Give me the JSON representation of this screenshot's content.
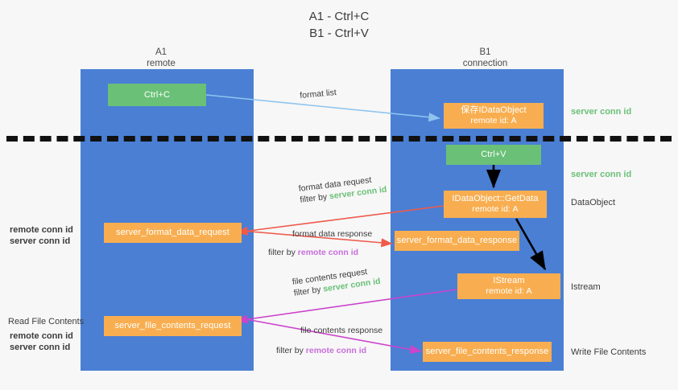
{
  "title": "A1 - Ctrl+C\nB1 - Ctrl+V",
  "lanes": [
    {
      "name": "A1",
      "sub": "remote",
      "header": "A1\nremote"
    },
    {
      "name": "B1",
      "sub": "connection",
      "header": "B1\nconnection"
    }
  ],
  "colors": {
    "lane": "#4a7fd4",
    "green_node": "#6ac077",
    "orange_node": "#f8ae50",
    "server_conn_id": "#6ac077",
    "remote_conn_id": "#c86edb",
    "arrow_format_list": "#8ec4ee",
    "arrow_format_data": "#ef5a4c",
    "arrow_file_contents": "#cc44cc",
    "arrow_internal": "#000000",
    "background": "#f7f7f7"
  },
  "nodes": {
    "ctrl_c": {
      "label": "Ctrl+C",
      "kind": "green"
    },
    "ctrl_v": {
      "label": "Ctrl+V",
      "kind": "green"
    },
    "save_idataobject": {
      "line1": "保存IDataObject",
      "line2": "remote id: A",
      "kind": "orange"
    },
    "getdata": {
      "line1": "IDataObject::GetData",
      "line2": "remote id: A",
      "kind": "orange"
    },
    "istream": {
      "line1": "IStream",
      "line2": "remote id: A",
      "kind": "orange"
    },
    "server_format_data_request": {
      "label": "server_format_data_request",
      "kind": "orange"
    },
    "server_format_data_response": {
      "label": "server_format_data_response",
      "kind": "orange"
    },
    "server_file_contents_request": {
      "label": "server_file_contents_request",
      "kind": "orange"
    },
    "server_file_contents_response": {
      "label": "server_file_contents_response",
      "kind": "orange"
    }
  },
  "edges": {
    "format_list": {
      "label": "format list"
    },
    "format_data_request": {
      "label": "format data request",
      "filter_prefix": "filter by ",
      "filter_key": "server conn id",
      "filter_color": "server"
    },
    "format_data_response": {
      "label": "format data response",
      "filter_prefix": "filter by ",
      "filter_key": "remote conn id",
      "filter_color": "remote"
    },
    "file_contents_request": {
      "label": "file contents request",
      "filter_prefix": "filter by ",
      "filter_key": "server conn id",
      "filter_color": "server"
    },
    "file_contents_response": {
      "label": "file contents response",
      "filter_prefix": "filter by ",
      "filter_key": "remote conn id",
      "filter_color": "remote"
    }
  },
  "right_labels": {
    "server_conn_id_top": "server conn id",
    "server_conn_id_mid": "server conn id",
    "dataobject": "DataObject",
    "istream": "Istream",
    "write_file_contents": "Write File Contents"
  },
  "left_labels": {
    "remote_conn_id_upper": "remote conn id",
    "server_conn_id_upper": "server conn id",
    "read_file_contents": "Read File Contents",
    "remote_conn_id_lower": "remote conn id",
    "server_conn_id_lower": "server conn id"
  }
}
